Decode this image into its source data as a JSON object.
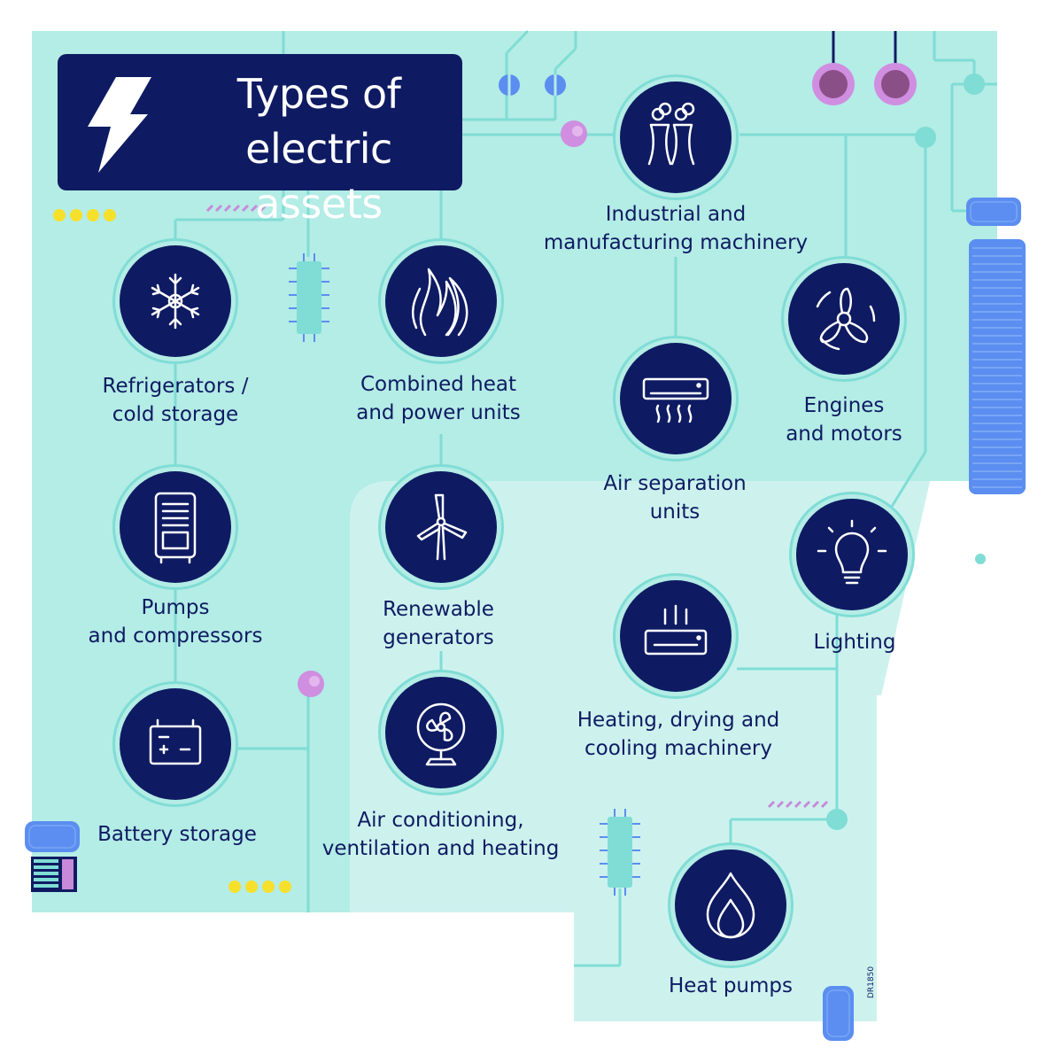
{
  "title": {
    "line1": "Types of",
    "line2": "electric assets",
    "icon": "lightning-bolt-icon"
  },
  "colors": {
    "navy": "#0e1b62",
    "board_light": "#b4ece6",
    "board_pale": "#cdf2ee",
    "trace": "#7fddd5",
    "pink_dot": "#cf8ee0",
    "purple_dot": "#8a4f86",
    "blue_chip": "#5b8ef0",
    "yellow_dot": "#f7e02b"
  },
  "assets": [
    {
      "id": "refrigerators",
      "icon": "snowflake-icon",
      "lines": [
        "Refrigerators /",
        "cold storage"
      ]
    },
    {
      "id": "pumps",
      "icon": "compressor-icon",
      "lines": [
        "Pumps",
        "and compressors"
      ]
    },
    {
      "id": "battery",
      "icon": "battery-icon",
      "lines": [
        "Battery storage"
      ]
    },
    {
      "id": "chp",
      "icon": "flames-icon",
      "lines": [
        "Combined heat",
        "and power units"
      ]
    },
    {
      "id": "renewable",
      "icon": "wind-turbine-icon",
      "lines": [
        "Renewable",
        "generators"
      ]
    },
    {
      "id": "hvac",
      "icon": "fan-icon",
      "lines": [
        "Air conditioning,",
        "ventilation and heating"
      ]
    },
    {
      "id": "industrial",
      "icon": "cooling-towers-icon",
      "lines": [
        "Industrial and",
        "manufacturing machinery"
      ]
    },
    {
      "id": "air_separation",
      "icon": "air-unit-icon",
      "lines": [
        "Air separation",
        "units"
      ]
    },
    {
      "id": "engines",
      "icon": "propeller-icon",
      "lines": [
        "Engines",
        "and motors"
      ]
    },
    {
      "id": "lighting",
      "icon": "light-bulb-icon",
      "lines": [
        "Lighting"
      ]
    },
    {
      "id": "heating",
      "icon": "heater-unit-icon",
      "lines": [
        "Heating, drying and",
        "cooling machinery"
      ]
    },
    {
      "id": "heat_pumps",
      "icon": "flame-icon",
      "lines": [
        "Heat pumps"
      ]
    }
  ],
  "code": "DR1850"
}
